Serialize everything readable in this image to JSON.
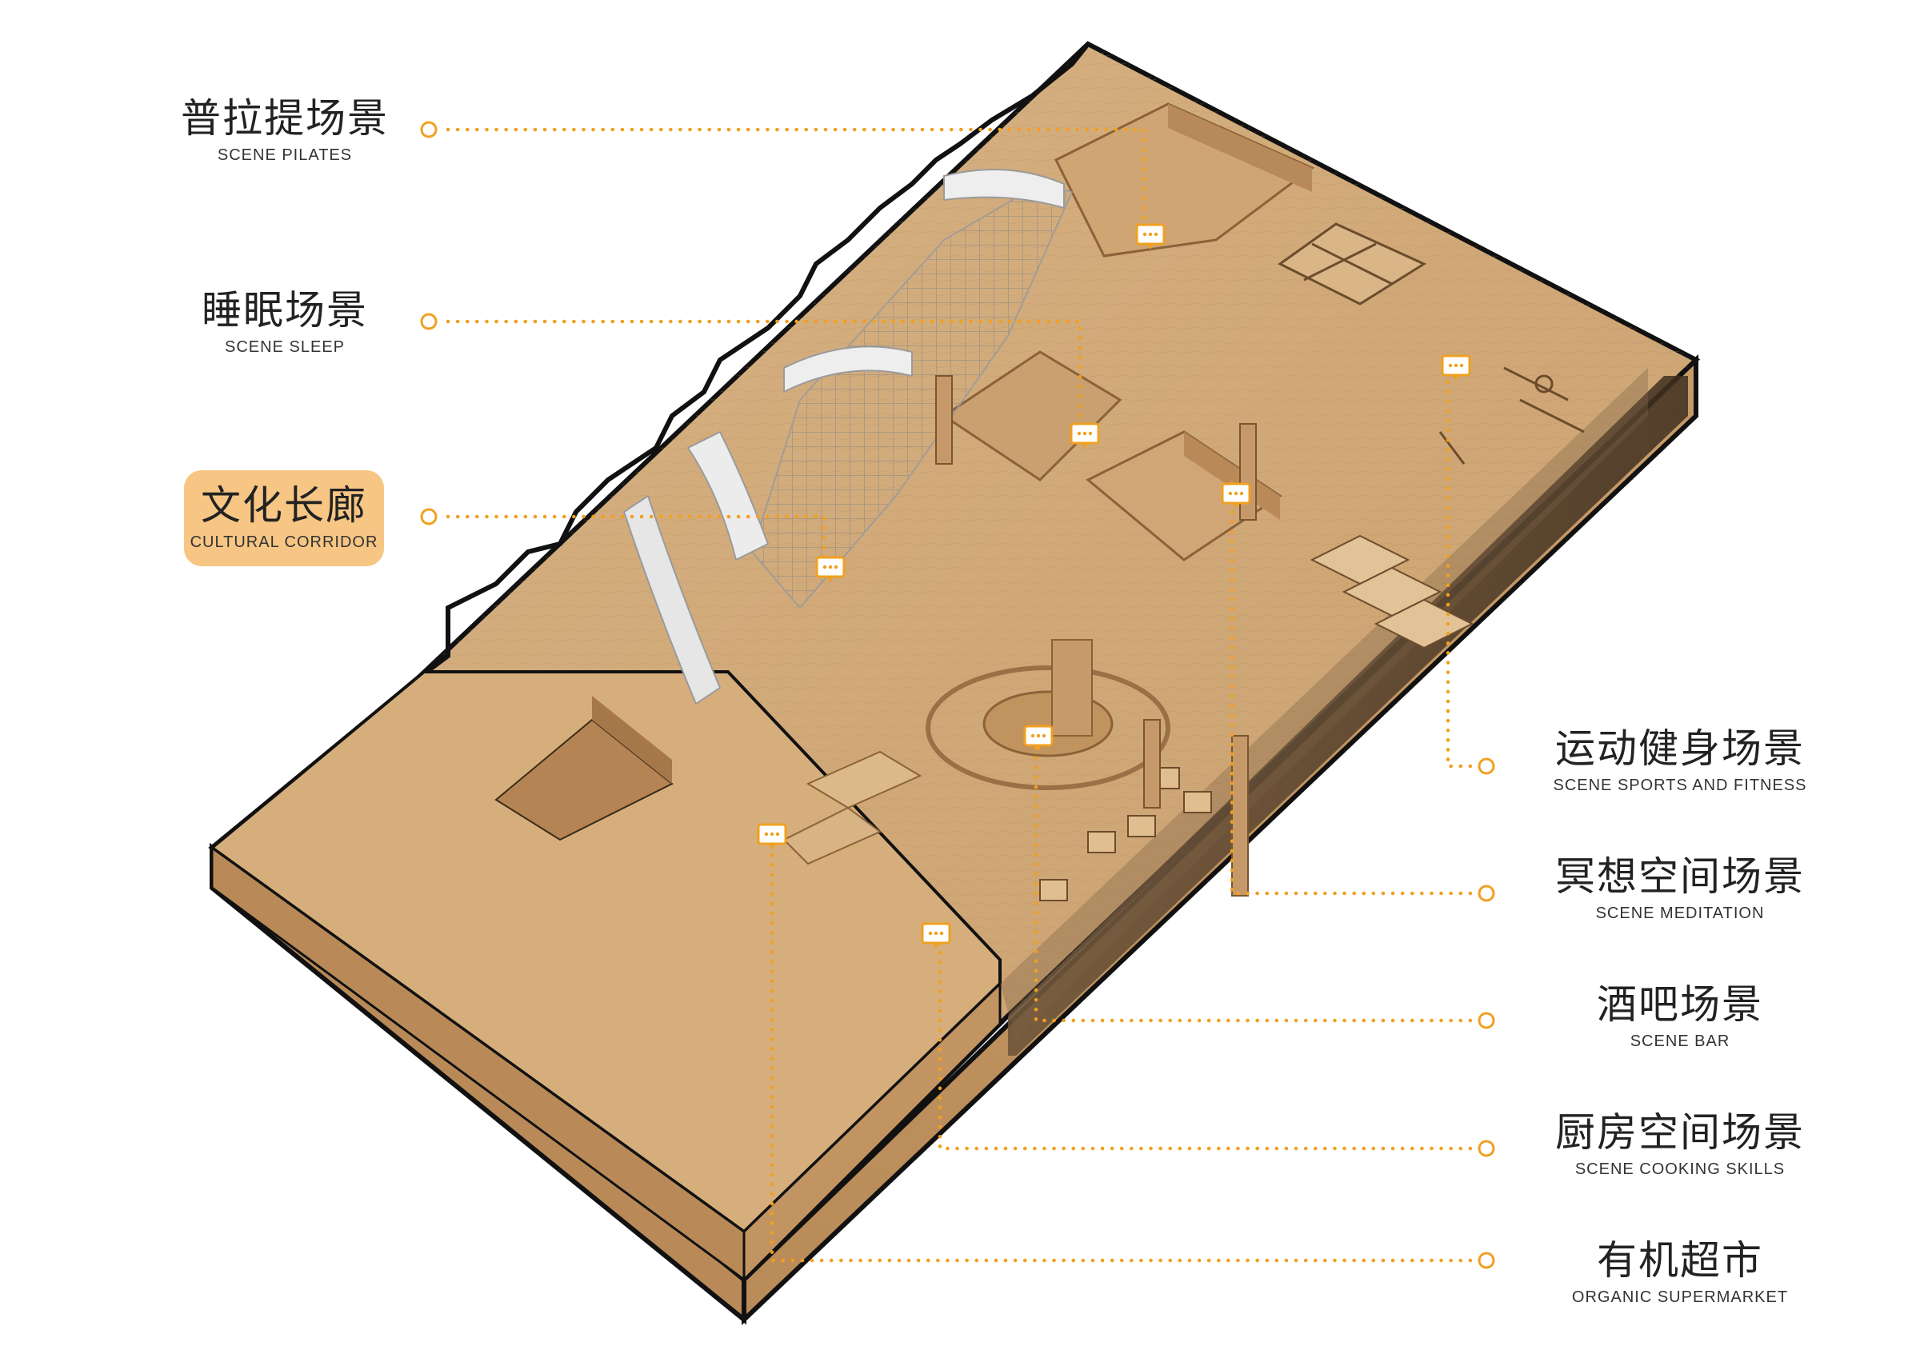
{
  "labels_left": [
    {
      "cn": "普拉提场景",
      "en": "SCENE PILATES",
      "highlight": false
    },
    {
      "cn": "睡眠场景",
      "en": "SCENE SLEEP",
      "highlight": false
    },
    {
      "cn": "文化长廊",
      "en": "CULTURAL CORRIDOR",
      "highlight": true
    }
  ],
  "labels_right": [
    {
      "cn": "运动健身场景",
      "en": "SCENE SPORTS AND FITNESS"
    },
    {
      "cn": "冥想空间场景",
      "en": "SCENE MEDITATION"
    },
    {
      "cn": "酒吧场景",
      "en": "SCENE BAR"
    },
    {
      "cn": "厨房空间场景",
      "en": "SCENE COOKING SKILLS"
    },
    {
      "cn": "有机超市",
      "en": "ORGANIC SUPERMARKET"
    }
  ],
  "colors": {
    "leader": "#f0a020",
    "highlight": "#f7c684",
    "wood_top": "#d9b384",
    "wood_floor": "#caa072",
    "wood_side": "#c09060",
    "outline": "#111111",
    "glass": "#5a4632"
  },
  "icon_name": "chat-bubble-icon"
}
